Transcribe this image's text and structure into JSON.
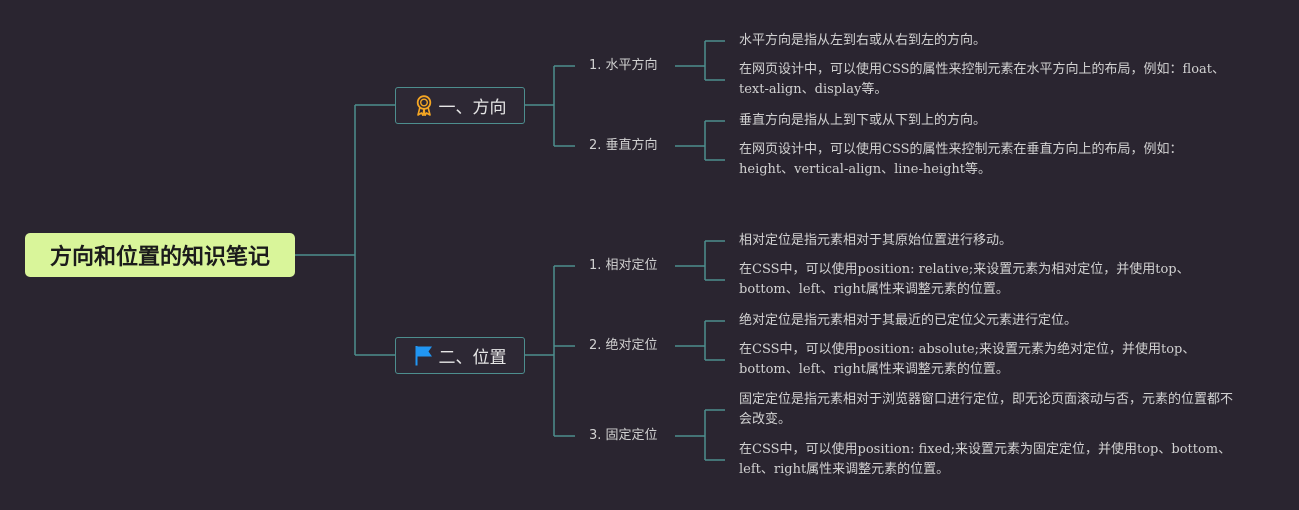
{
  "root": {
    "label": "方向和位置的知识笔记"
  },
  "branches": [
    {
      "label": "一、方向",
      "icon": "award-ribbon-icon",
      "icon_color": "#f5a623",
      "topics": [
        {
          "label": "1. 水平方向",
          "notes": [
            "水平方向是指从左到右或从右到左的方向。",
            "在网页设计中，可以使用CSS的属性来控制元素在水平方向上的布局，例如：float、text-align、display等。"
          ]
        },
        {
          "label": "2. 垂直方向",
          "notes": [
            "垂直方向是指从上到下或从下到上的方向。",
            "在网页设计中，可以使用CSS的属性来控制元素在垂直方向上的布局，例如：height、vertical-align、line-height等。"
          ]
        }
      ]
    },
    {
      "label": "二、位置",
      "icon": "flag-icon",
      "icon_color": "#2196f3",
      "topics": [
        {
          "label": "1. 相对定位",
          "notes": [
            "相对定位是指元素相对于其原始位置进行移动。",
            "在CSS中，可以使用position: relative;来设置元素为相对定位，并使用top、bottom、left、right属性来调整元素的位置。"
          ]
        },
        {
          "label": "2. 绝对定位",
          "notes": [
            "绝对定位是指元素相对于其最近的已定位父元素进行定位。",
            "在CSS中，可以使用position: absolute;来设置元素为绝对定位，并使用top、bottom、left、right属性来调整元素的位置。"
          ]
        },
        {
          "label": "3. 固定定位",
          "notes": [
            "固定定位是指元素相对于浏览器窗口进行定位，即无论页面滚动与否，元素的位置都不会改变。",
            "在CSS中，可以使用position: fixed;来设置元素为固定定位，并使用top、bottom、left、right属性来调整元素的位置。"
          ]
        }
      ]
    }
  ],
  "colors": {
    "background": "#2a2530",
    "root_fill": "#d9f59a",
    "connector": "#4d8e8e",
    "text": "#d2d2d2"
  }
}
